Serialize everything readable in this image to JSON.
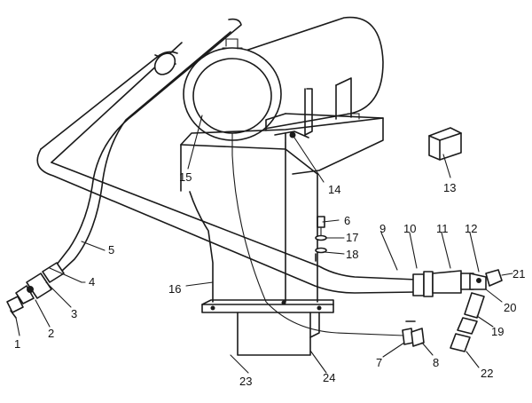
{
  "colors": {
    "line": "#1a1a1a",
    "background": "#ffffff"
  },
  "labels": {
    "l1": "1",
    "l2": "2",
    "l3": "3",
    "l4": "4",
    "l5": "5",
    "l6": "6",
    "l7": "7",
    "l8": "8",
    "l9": "9",
    "l10": "10",
    "l11": "11",
    "l12": "12",
    "l13": "13",
    "l14": "14",
    "l15": "15",
    "l16": "16",
    "l17": "17",
    "l18": "18",
    "l19": "19",
    "l20": "20",
    "l21": "21",
    "l22": "22",
    "l23": "23",
    "l24": "24"
  }
}
